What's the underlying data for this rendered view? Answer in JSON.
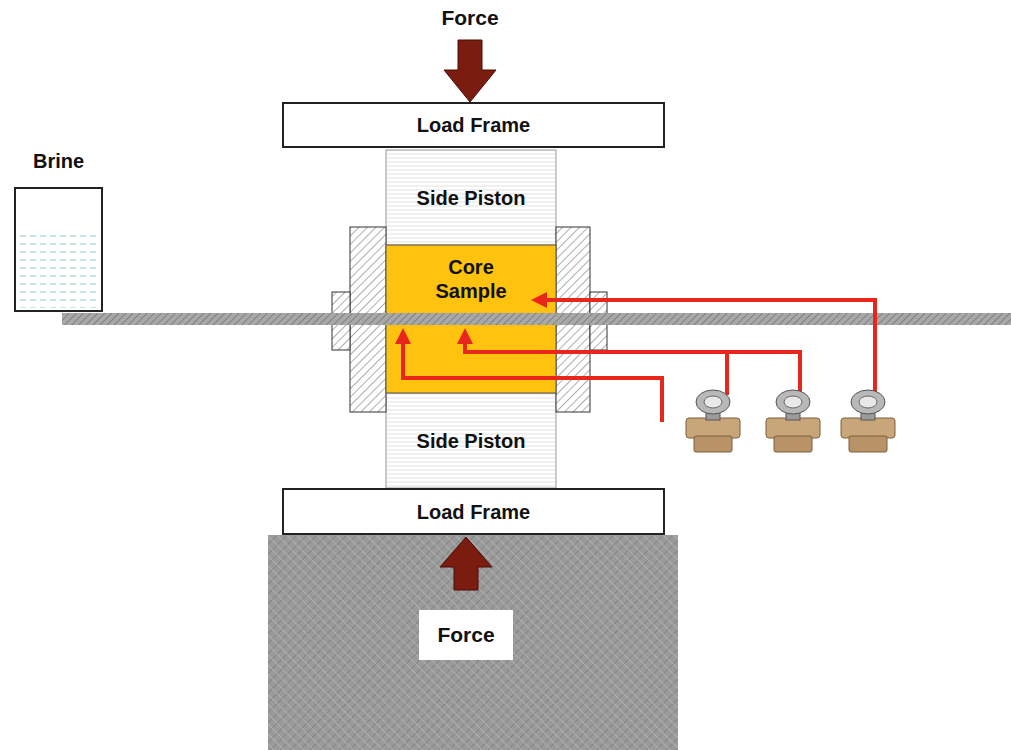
{
  "diagram": {
    "nodes": [
      {
        "text": [
          "Load Frame"
        ]
      },
      {
        "text": [
          "Brine"
        ]
      },
      {
        "text": [
          "Side Piston"
        ]
      },
      {
        "text": [
          "Core Sample"
        ]
      },
      {
        "text": [
          "Side Piston"
        ]
      },
      {
        "text": [
          "Load Frame"
        ]
      }
    ],
    "edges": [
      {
        "from": 1,
        "to": 3,
        "arrow": "none"
      }
    ],
    "labels": [
      "Force",
      "Force"
    ]
  }
}
